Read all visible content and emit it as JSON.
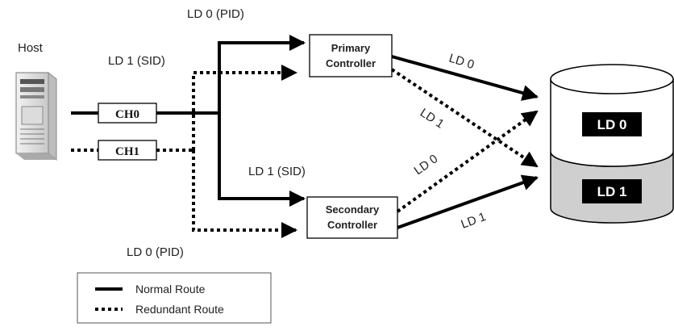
{
  "host": {
    "label": "Host"
  },
  "channels": [
    {
      "label": "CH0"
    },
    {
      "label": "CH1"
    }
  ],
  "controllers": {
    "primary": {
      "line1": "Primary",
      "line2": "Controller"
    },
    "secondary": {
      "line1": "Secondary",
      "line2": "Controller"
    }
  },
  "route_labels": {
    "primary_pid": "LD 0 (PID)",
    "primary_sid": "LD 1 (SID)",
    "secondary_sid": "LD 1 (SID)",
    "secondary_pid": "LD 0 (PID)",
    "pri_to_ld0": "LD 0",
    "pri_to_ld1": "LD 1",
    "sec_to_ld0": "LD 0",
    "sec_to_ld1": "LD 1"
  },
  "drive": {
    "ld0": "LD 0",
    "ld1": "LD 1"
  },
  "legend": {
    "normal": "Normal Route",
    "redundant": "Redundant Route"
  },
  "colors": {
    "line": "#000000",
    "ld_upper": "#ffffff",
    "ld_lower": "#cfcfcf",
    "ld_tag": "#000000"
  }
}
